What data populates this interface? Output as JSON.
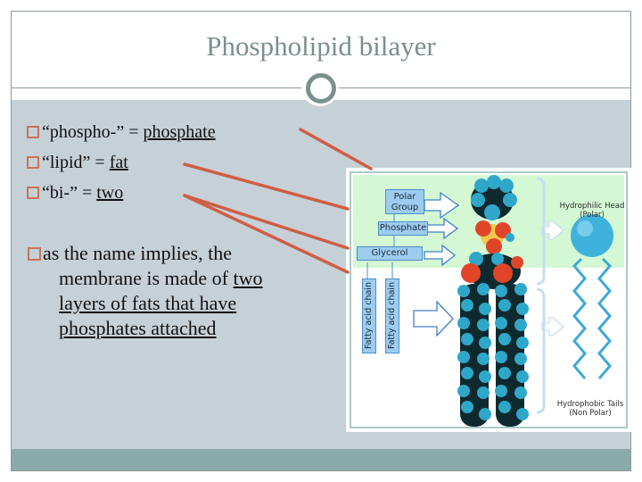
{
  "slide": {
    "title": "Phospholipid bilayer",
    "bullets": [
      {
        "prefix": "“phospho-” = ",
        "meaning": "phosphate"
      },
      {
        "prefix": "“lipid” = ",
        "meaning": "fat"
      },
      {
        "prefix": "“bi-” = ",
        "meaning": "two"
      }
    ],
    "paragraph": {
      "line1": "as the name implies, the",
      "line2_plain": "membrane is made of ",
      "line2_underlined": "two",
      "line3_underlined": "layers of fats that have",
      "line4_underlined": "phosphates attached"
    }
  },
  "diagram": {
    "labels": {
      "polar_group_line1": "Polar",
      "polar_group_line2": "Group",
      "phosphate": "Phosphate",
      "glycerol": "Glycerol",
      "fatty_acid_1": "Fatty acid chain",
      "fatty_acid_2": "Fatty acid chain",
      "hydrophilic_head_line1": "Hydrophilic Head",
      "hydrophilic_head_line2": "(Polar)",
      "hydrophobic_tails_line1": "Hydrophobic Tails",
      "hydrophobic_tails_line2": "(Non Polar)"
    }
  },
  "colors": {
    "title": "#7b8f8e",
    "content_bg": "#c6d1d7",
    "footer": "#8aaaaa",
    "bullet_box": "#c8725c",
    "connector_lines": "#cf5e44",
    "diagram_green": "#d4f7d4",
    "label_blue": "#9dccef"
  }
}
